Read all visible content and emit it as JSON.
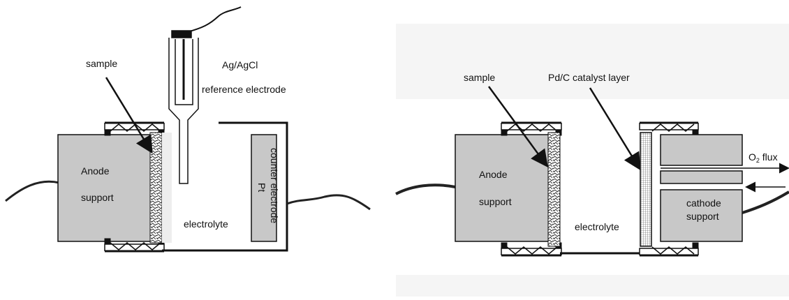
{
  "left_diagram": {
    "sample_label": "sample",
    "reference_label_line1": "Ag/AgCl",
    "reference_label_line2": "reference electrode",
    "anode_label_line1": "Anode",
    "anode_label_line2": "support",
    "electrolyte_label": "electrolyte",
    "counter_label_line1": "Pt",
    "counter_label_line2": "counter electrode"
  },
  "right_diagram": {
    "sample_label": "sample",
    "catalyst_label": "Pd/C catalyst layer",
    "anode_label_line1": "Anode",
    "anode_label_line2": "support",
    "electrolyte_label": "electrolyte",
    "cathode_label_line1": "cathode",
    "cathode_label_line2": "support",
    "flux_label_main": "O",
    "flux_label_sub": "2",
    "flux_label_tail": " flux"
  },
  "colors": {
    "support_fill": "#c8c8c8",
    "line": "#111111",
    "panel_bg": "#f5f5f5"
  }
}
